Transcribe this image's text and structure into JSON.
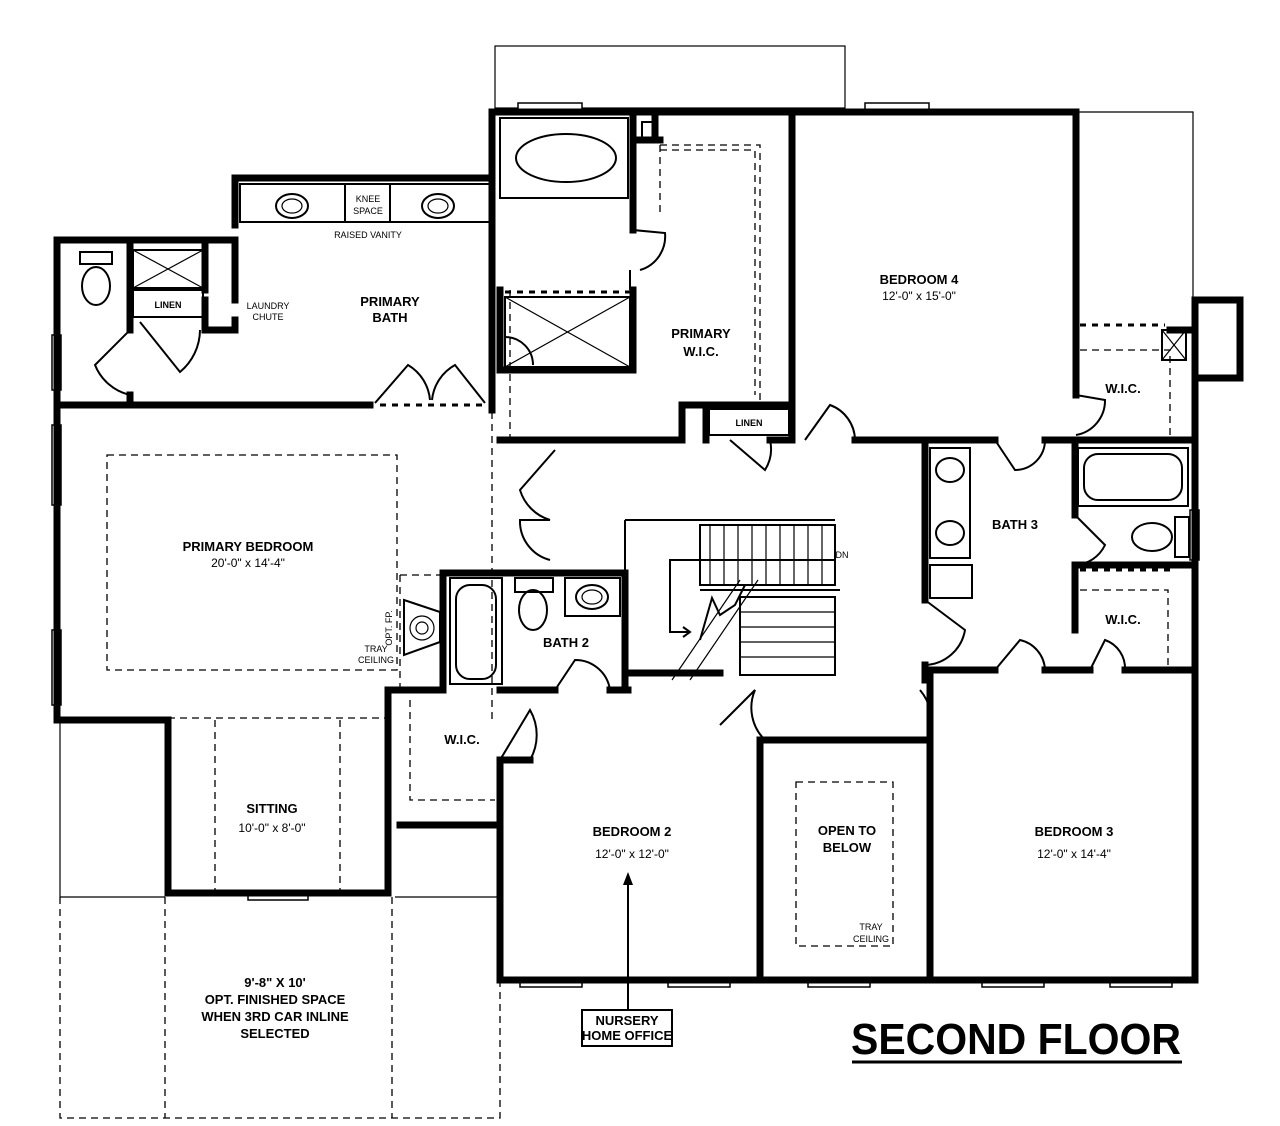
{
  "title": "SECOND FLOOR",
  "rooms": {
    "primary_bedroom": {
      "name": "PRIMARY BEDROOM",
      "dims": "20'-0\" x 14'-4\""
    },
    "primary_bath": {
      "line1": "PRIMARY",
      "line2": "BATH"
    },
    "primary_wic": {
      "line1": "PRIMARY",
      "line2": "W.I.C."
    },
    "bedroom4": {
      "name": "BEDROOM 4",
      "dims": "12'-0\" x 15'-0\""
    },
    "bedroom3": {
      "name": "BEDROOM 3",
      "dims": "12'-0\" x 14'-4\""
    },
    "bedroom2": {
      "name": "BEDROOM 2",
      "dims": "12'-0\" x 12'-0\""
    },
    "bath2": {
      "name": "BATH 2"
    },
    "bath3": {
      "name": "BATH 3"
    },
    "sitting": {
      "name": "SITTING",
      "dims": "10'-0\" x  8'-0\""
    },
    "open_to_below": {
      "line1": "OPEN TO",
      "line2": "BELOW"
    },
    "wic_bed4": {
      "name": "W.I.C."
    },
    "wic_bed3": {
      "name": "W.I.C."
    },
    "wic_bed2": {
      "name": "W.I.C."
    }
  },
  "labels": {
    "knee_space_1": "KNEE",
    "knee_space_2": "SPACE",
    "raised_vanity": "RAISED VANITY",
    "laundry_1": "LAUNDRY",
    "laundry_2": "CHUTE",
    "linen_left": "LINEN",
    "linen_wic": "LINEN",
    "opt_fp": "OPT. FP.",
    "tray_ceiling_bed_1": "TRAY",
    "tray_ceiling_bed_2": "CEILING",
    "tray_ceiling_open_1": "TRAY",
    "tray_ceiling_open_2": "CEILING",
    "stairs_dn": "DN",
    "nursery_1": "NURSERY",
    "nursery_2": "HOME OFFICE",
    "opt_space_1": "9'-8\" X 10'",
    "opt_space_2": "OPT. FINISHED SPACE",
    "opt_space_3": "WHEN 3RD CAR INLINE",
    "opt_space_4": "SELECTED"
  }
}
